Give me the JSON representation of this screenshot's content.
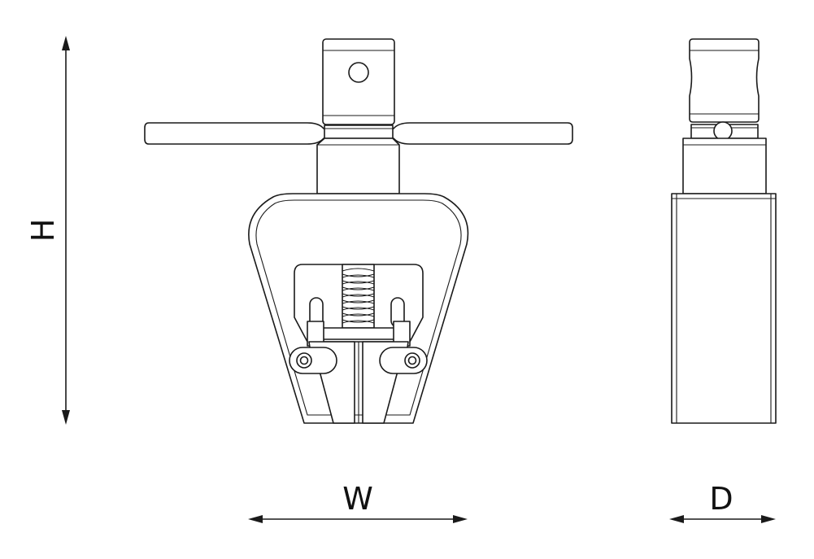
{
  "dimensions": {
    "height_label": "H",
    "width_label": "W",
    "depth_label": "D"
  },
  "colors": {
    "line": "#1a1a1a",
    "background": "#ffffff"
  }
}
